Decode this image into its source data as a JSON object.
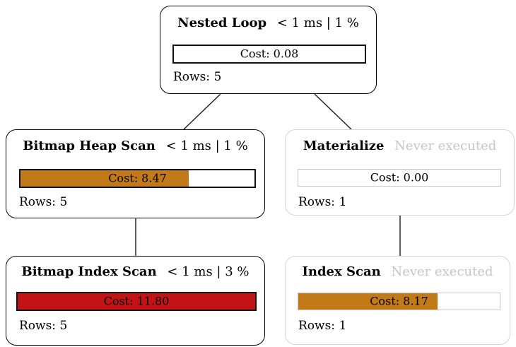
{
  "diagram": {
    "kind": "query-plan-tree",
    "background": "#ffffff"
  },
  "colors": {
    "executed_node_border": "#000000",
    "never_executed_node_border": "#d4d4d4",
    "never_executed_text": "#c6c6c6",
    "cost_bar_high": "#c21415",
    "cost_bar_medium": "#c17a17",
    "edge": "#1a1a1a"
  },
  "nodes": [
    {
      "id": "nested-loop",
      "title": "Nested Loop",
      "meta": "< 1 ms | 1 %",
      "never_executed": false,
      "cost_label": "Cost: 0.08",
      "cost_value": 0.08,
      "cost_fill_pct": 0,
      "cost_fill_color": null,
      "rows_label": "Rows: 5",
      "rows_value": 5
    },
    {
      "id": "bitmap-heap-scan",
      "title": "Bitmap Heap Scan",
      "meta": "< 1 ms | 1 %",
      "never_executed": false,
      "cost_label": "Cost: 8.47",
      "cost_value": 8.47,
      "cost_fill_pct": 72,
      "cost_fill_color": "#c17a17",
      "rows_label": "Rows: 5",
      "rows_value": 5
    },
    {
      "id": "materialize",
      "title": "Materialize",
      "meta": "Never executed",
      "never_executed": true,
      "cost_label": "Cost: 0.00",
      "cost_value": 0.0,
      "cost_fill_pct": 0,
      "cost_fill_color": null,
      "rows_label": "Rows: 1",
      "rows_value": 1
    },
    {
      "id": "bitmap-index-scan",
      "title": "Bitmap Index Scan",
      "meta": "< 1 ms | 3 %",
      "never_executed": false,
      "cost_label": "Cost: 11.80",
      "cost_value": 11.8,
      "cost_fill_pct": 100,
      "cost_fill_color": "#c21415",
      "rows_label": "Rows: 5",
      "rows_value": 5
    },
    {
      "id": "index-scan",
      "title": "Index Scan",
      "meta": "Never executed",
      "never_executed": true,
      "cost_label": "Cost: 8.17",
      "cost_value": 8.17,
      "cost_fill_pct": 69,
      "cost_fill_color": "#c17a17",
      "rows_label": "Rows: 1",
      "rows_value": 1
    }
  ],
  "edges": [
    {
      "from": "nested-loop",
      "to": "bitmap-heap-scan"
    },
    {
      "from": "nested-loop",
      "to": "materialize"
    },
    {
      "from": "bitmap-heap-scan",
      "to": "bitmap-index-scan"
    },
    {
      "from": "materialize",
      "to": "index-scan"
    }
  ]
}
